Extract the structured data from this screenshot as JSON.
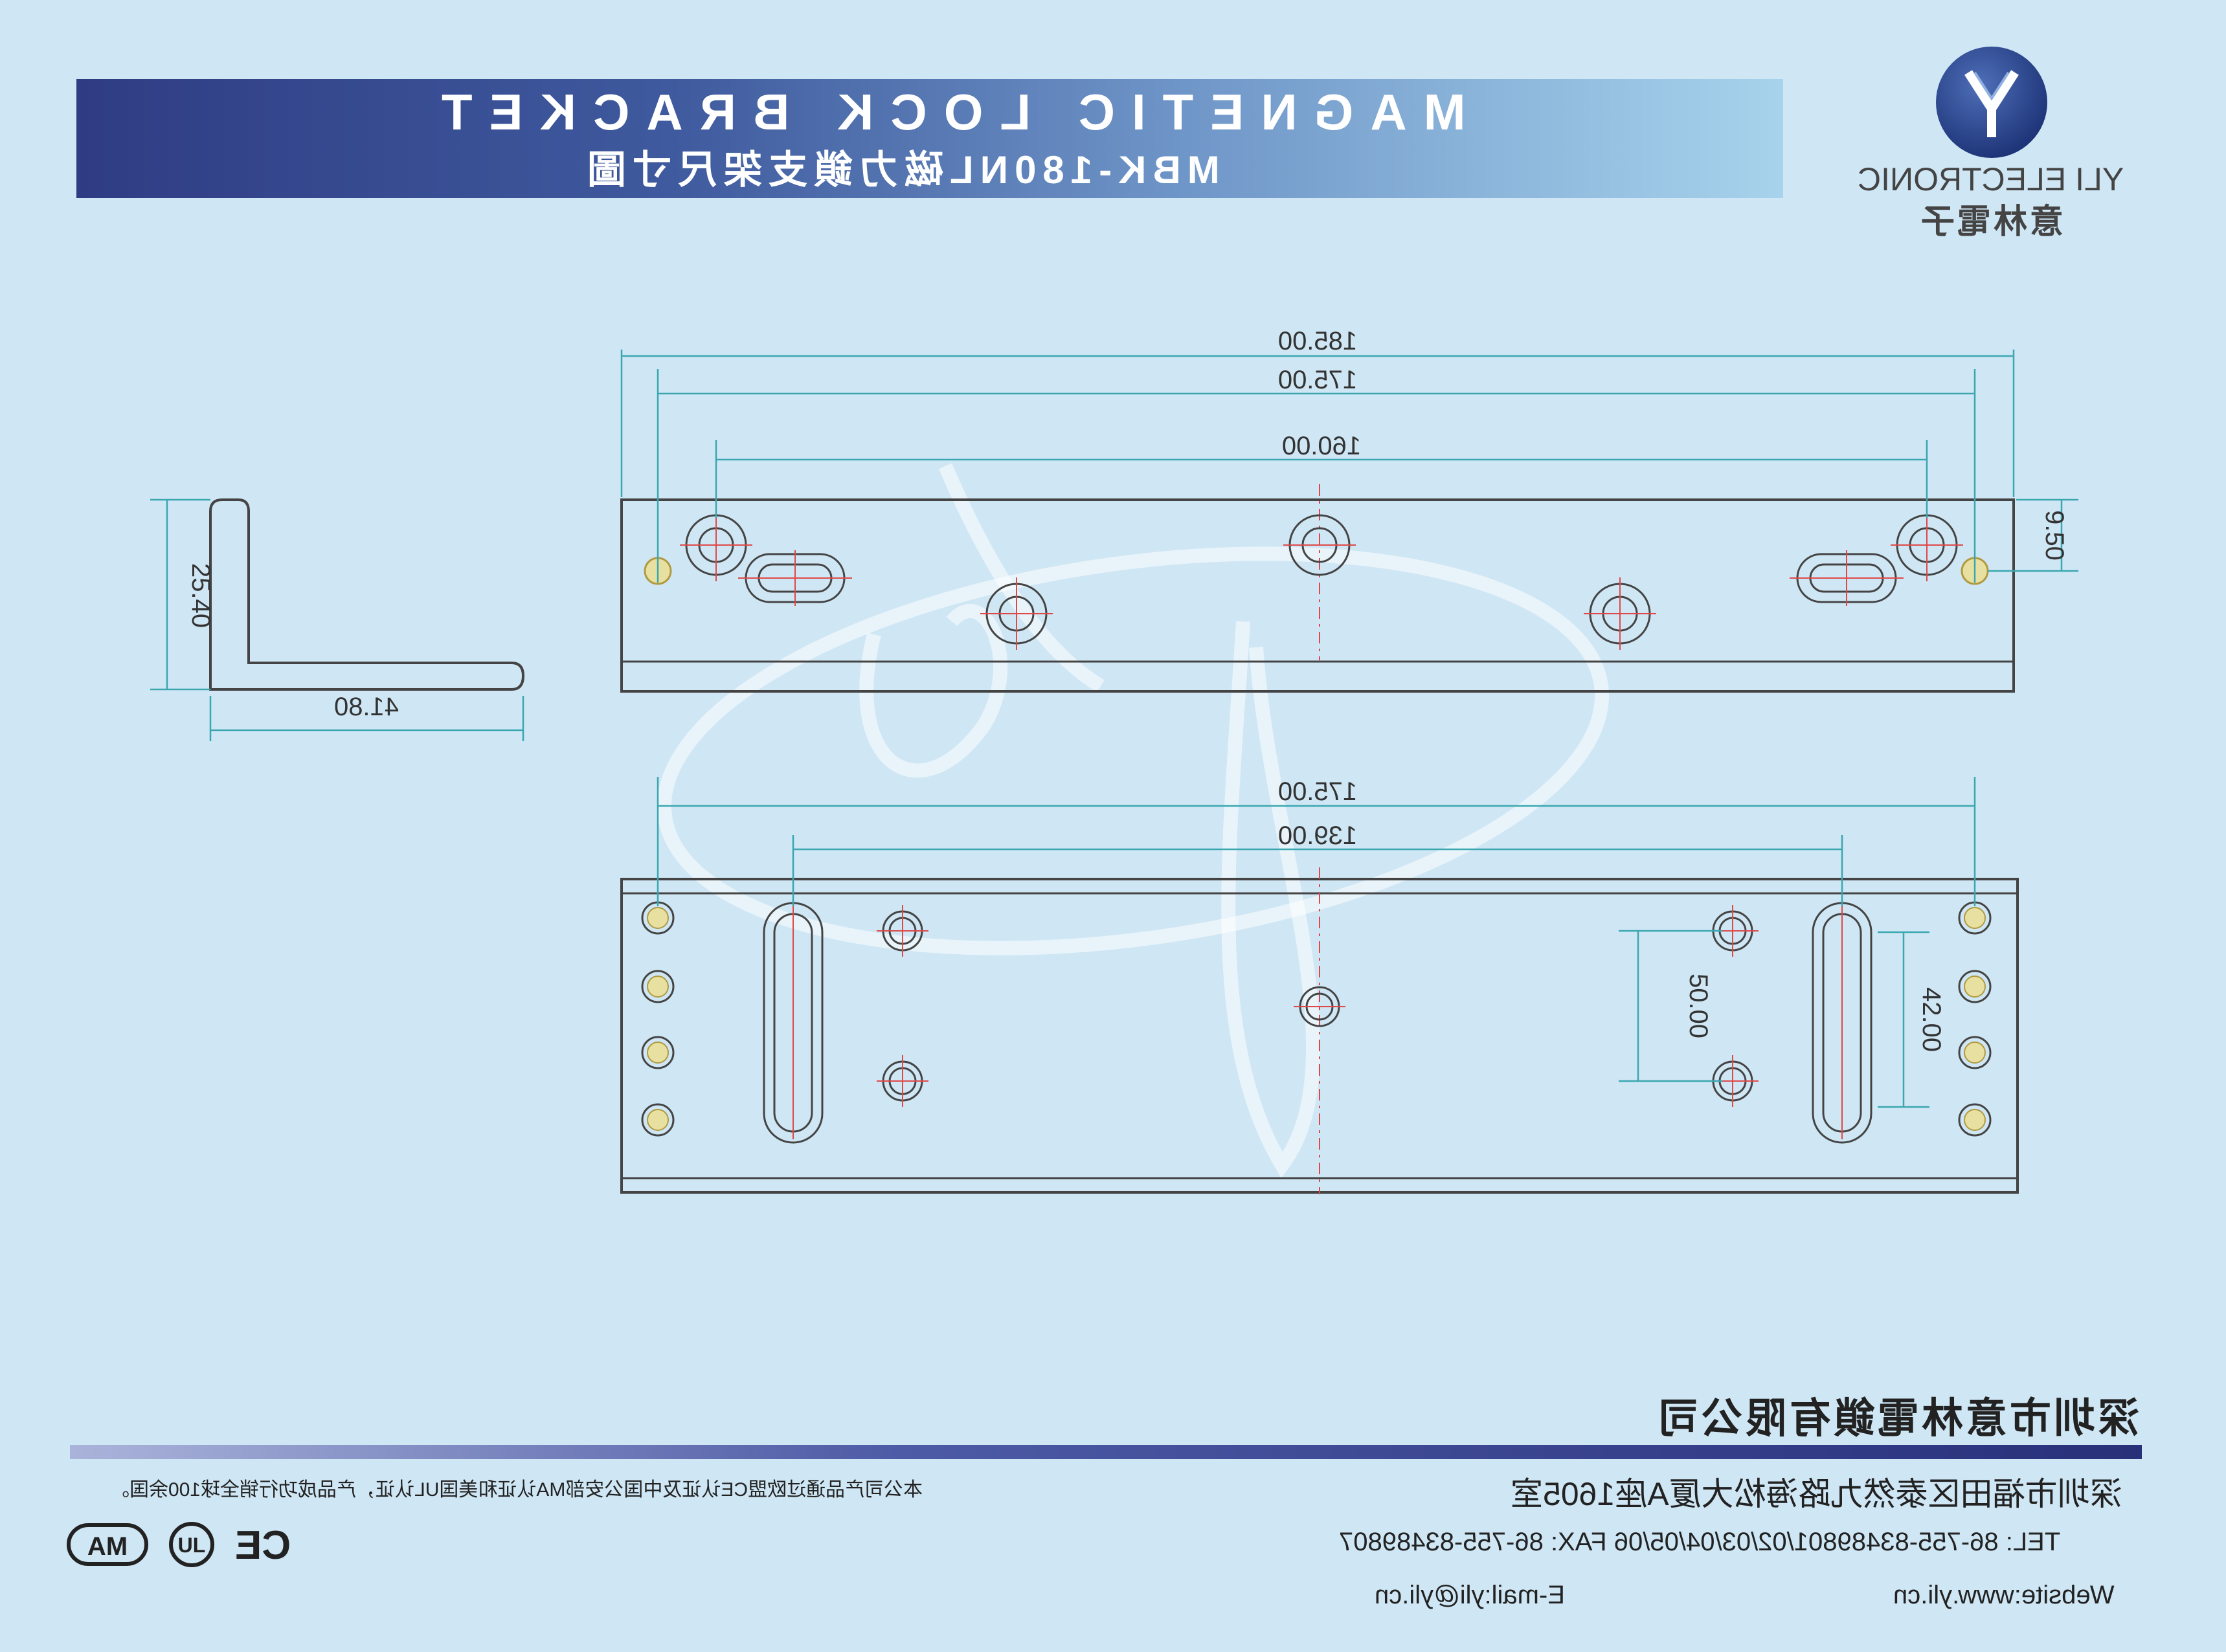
{
  "header": {
    "title": "MAGNETIC LOCK BRACKET",
    "subtitle": "MBK-180NL磁力鎖支架尺寸圖"
  },
  "brand": {
    "name_en": "YLI ELECTRONIC",
    "name_cn": "意林電子",
    "logo_letter": "Y"
  },
  "dimensions": {
    "overall_length": "185.00",
    "hole_span_outer": "175.00",
    "hole_span_inner": "160.00",
    "edge_offset": "9.50",
    "side_height": "25.40",
    "side_width": "41.80",
    "bottom_span": "175.00",
    "slot_span": "139.00",
    "screw_spacing": "50.00",
    "slot_length": "42.00"
  },
  "footer": {
    "company": "深圳市意林電鎖有限公司",
    "cert_note": "本公司产品通过欧盟CE认证及中国公安部MA认证和美国UL认证，产品成功行销全球100余国。",
    "address": "深圳市福田区泰然九路海松大厦A座1605室",
    "contact": "TEL: 86-755-83489801/02/03/04/05/06      FAX: 86-755-83489807",
    "website": "Website:www.yli.cn",
    "email": "E-mail:yli@yli.cn",
    "cert_logos": [
      "MA",
      "UL",
      "CE"
    ]
  },
  "watermark": "yli",
  "colors": {
    "background": "#cfe6f4",
    "banner_dark": "#2f3c84",
    "banner_light": "#a7d3ec",
    "dimension_line": "#3aa7b0",
    "center_line": "#e04848",
    "outline": "#444444",
    "footer_bar": "#28307a"
  }
}
